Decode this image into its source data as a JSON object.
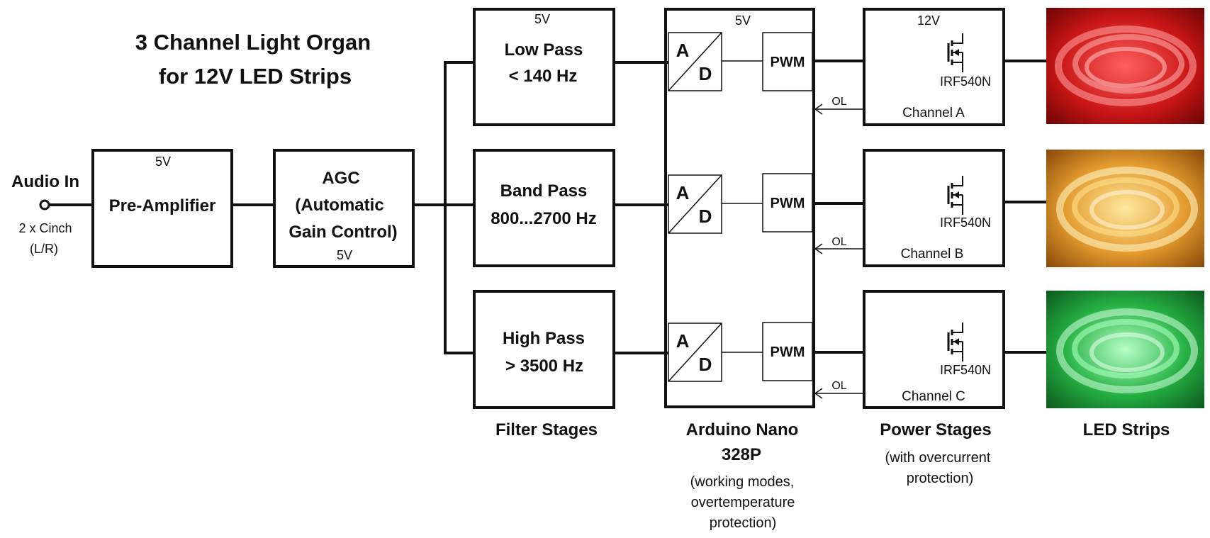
{
  "title": {
    "line1": "3 Channel Light Organ",
    "line2": "for 12V LED Strips"
  },
  "input": {
    "label": "Audio In",
    "sub1": "2 x Cinch",
    "sub2": "(L/R)"
  },
  "preamp": {
    "label": "Pre-Amplifier",
    "voltage": "5V"
  },
  "agc": {
    "line1": "AGC",
    "line2": "(Automatic",
    "line3": "Gain Control)",
    "voltage": "5V"
  },
  "filters": {
    "low": {
      "line1": "Low Pass",
      "line2": "< 140 Hz",
      "voltage": "5V"
    },
    "band": {
      "line1": "Band Pass",
      "line2": "800...2700 Hz"
    },
    "high": {
      "line1": "High Pass",
      "line2": "> 3500 Hz"
    },
    "caption": "Filter Stages"
  },
  "arduino": {
    "voltage": "5V",
    "ad_a": "A",
    "ad_d": "D",
    "pwm": "PWM",
    "caption1": "Arduino Nano",
    "caption2": "328P",
    "note1": "(working modes,",
    "note2": "overtemperature",
    "note3": "protection)"
  },
  "power": {
    "voltage": "12V",
    "mosfet": "IRF540N",
    "ol": "OL",
    "channels": [
      "Channel A",
      "Channel B",
      "Channel C"
    ],
    "caption": "Power Stages",
    "note1": "(with overcurrent",
    "note2": "protection)"
  },
  "leds": {
    "caption": "LED Strips",
    "colors": [
      "#d92020",
      "#e8a23a",
      "#27b845"
    ]
  }
}
